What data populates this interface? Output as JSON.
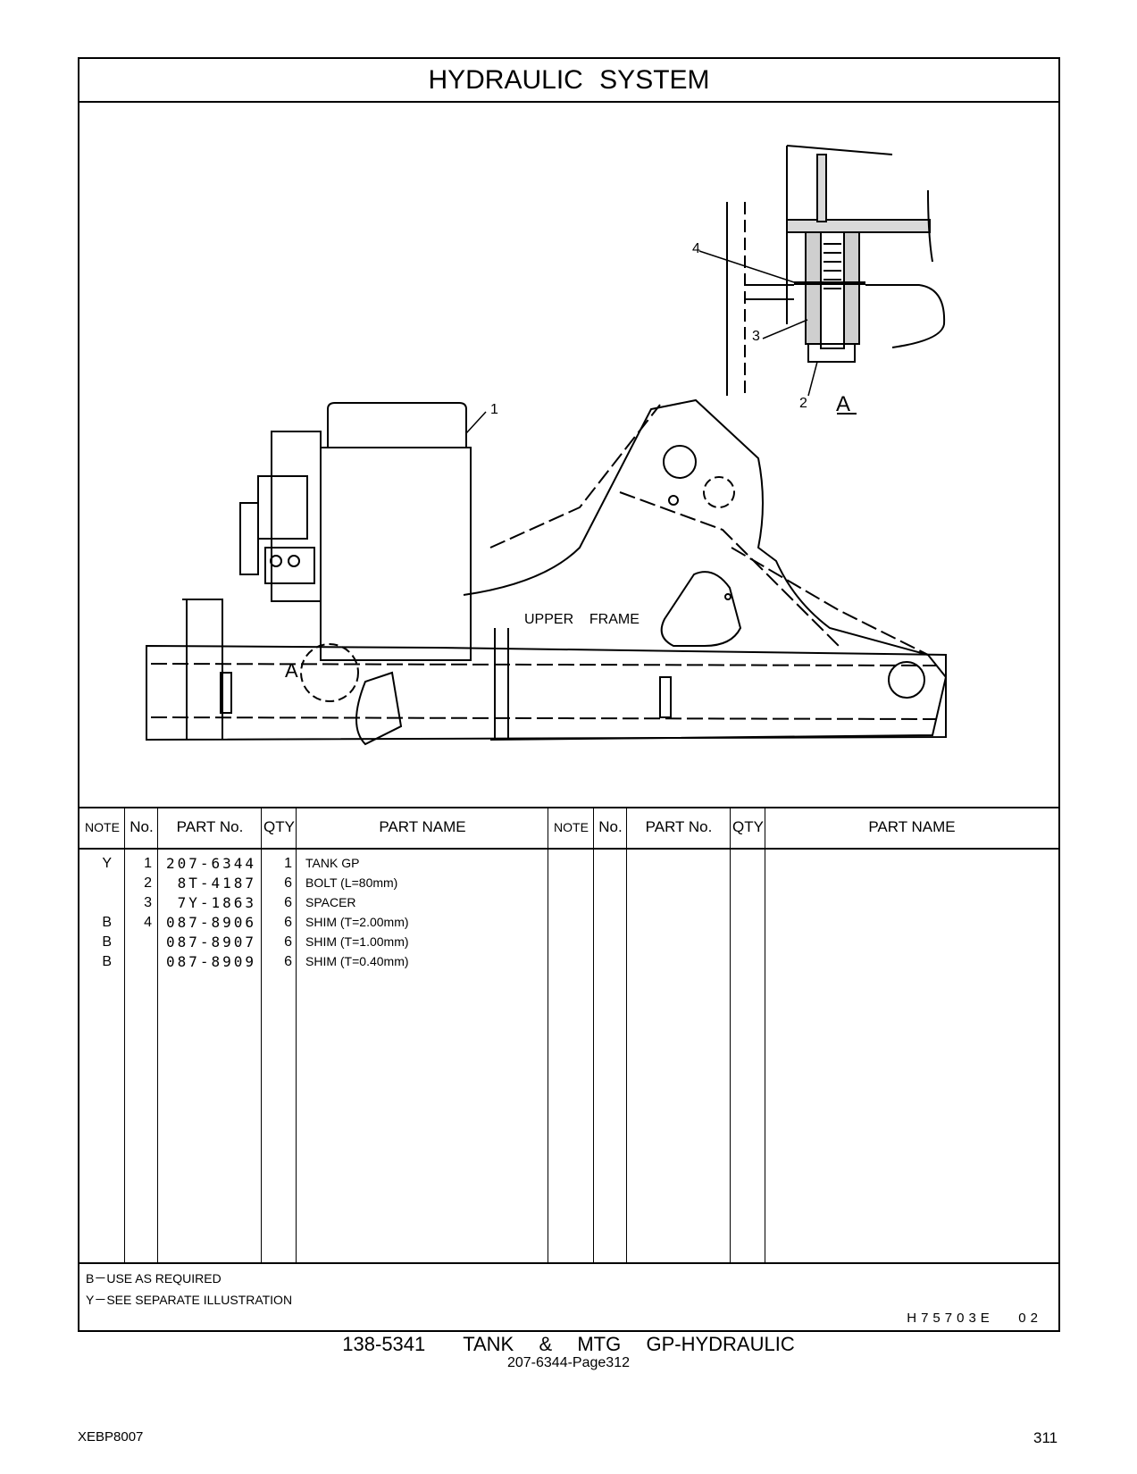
{
  "page_title": "HYDRAULIC  SYSTEM",
  "illustration": {
    "callouts": [
      "1",
      "2",
      "3",
      "4"
    ],
    "view_label": "A",
    "detail_label": "A",
    "frame_label": "UPPER    FRAME"
  },
  "table": {
    "headers": {
      "note": "NOTE",
      "no": "No.",
      "part_no": "PART No.",
      "qty": "QTY",
      "part_name": "PART NAME"
    },
    "rows": [
      {
        "note": "Y",
        "no": "1",
        "part_no": "207-6344",
        "qty": "1",
        "name": "TANK  GP"
      },
      {
        "note": "",
        "no": "2",
        "part_no": "8T-4187",
        "qty": "6",
        "name": "BOLT (L=80mm)"
      },
      {
        "note": "",
        "no": "3",
        "part_no": "7Y-1863",
        "qty": "6",
        "name": "SPACER"
      },
      {
        "note": "B",
        "no": "4",
        "part_no": "087-8906",
        "qty": "6",
        "name": "SHIM (T=2.00mm)"
      },
      {
        "note": "B",
        "no": "",
        "part_no": "087-8907",
        "qty": "6",
        "name": "SHIM (T=1.00mm)"
      },
      {
        "note": "B",
        "no": "",
        "part_no": "087-8909",
        "qty": "6",
        "name": "SHIM (T=0.40mm)"
      }
    ]
  },
  "notes": [
    "B－USE  AS  REQUIRED",
    "Y－SEE  SEPARATE  ILLUSTRATION"
  ],
  "drawing_number": "H75703E   02",
  "caption_main": "138-5341   TANK  &  MTG  GP-HYDRAULIC",
  "caption_sub": "207-6344-Page312",
  "footer_doc": "XEBP8007",
  "footer_page": "311"
}
